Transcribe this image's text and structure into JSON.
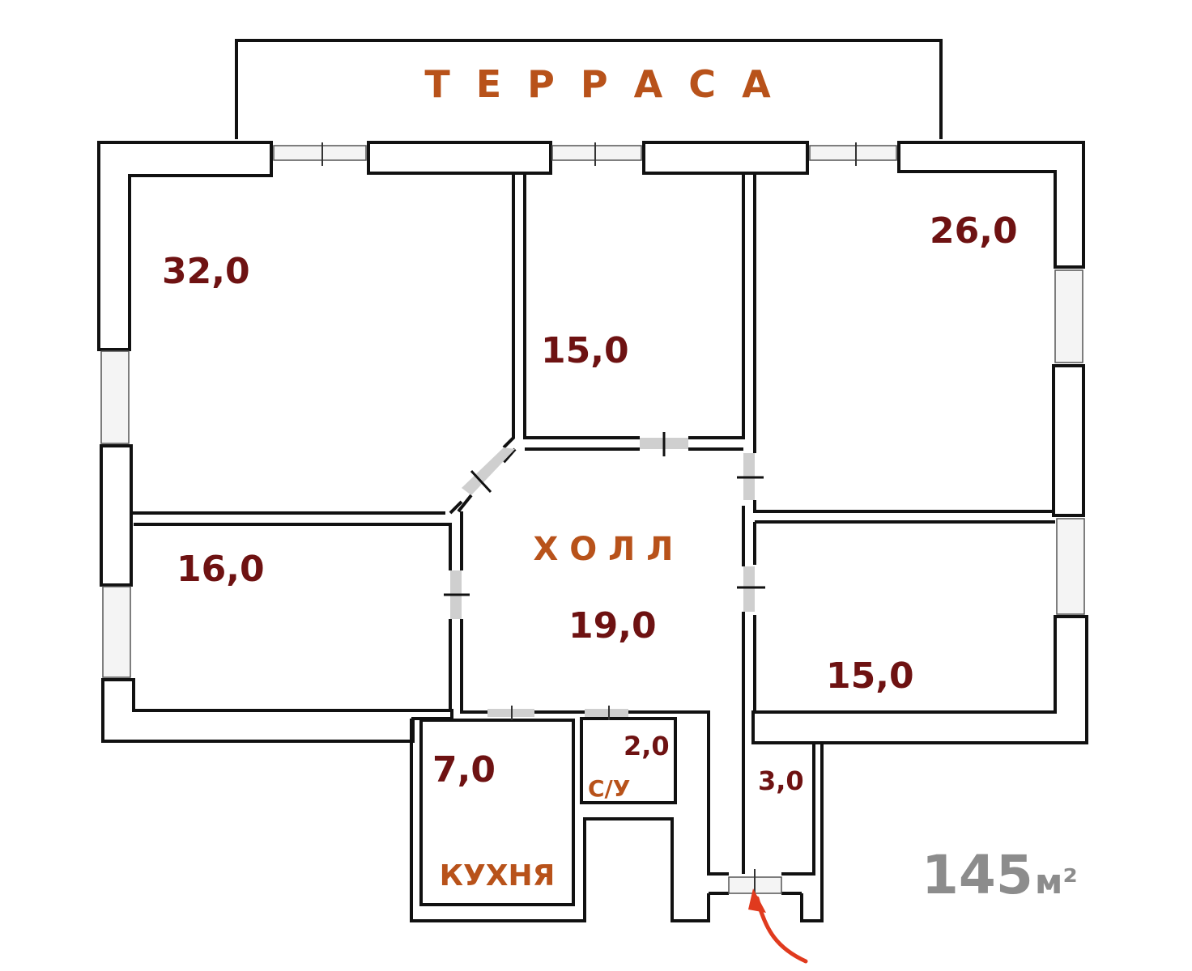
{
  "plan": {
    "terrace_label": "Т  Е  Р  Р  А  С  А",
    "hall_label": "Х О Л Л",
    "kitchen_label": "КУХНЯ",
    "wc_label": "С/У",
    "total_value": "145",
    "total_unit": "м²",
    "colors": {
      "wall": "#111111",
      "area_text": "#6e1212",
      "room_name_text": "#b8521a",
      "total_text": "#8c8c8c",
      "entrance_arrow": "#e03a1e",
      "door_fill": "#cfcfcf"
    },
    "rooms": [
      {
        "id": "room-top-left",
        "area": "32,0"
      },
      {
        "id": "room-top-middle",
        "area": "15,0"
      },
      {
        "id": "room-top-right",
        "area": "26,0"
      },
      {
        "id": "room-left",
        "area": "16,0"
      },
      {
        "id": "hall",
        "area": "19,0"
      },
      {
        "id": "room-right",
        "area": "15,0"
      },
      {
        "id": "kitchen",
        "area": "7,0"
      },
      {
        "id": "wc",
        "area": "2,0"
      },
      {
        "id": "entrance",
        "area": "3,0"
      }
    ]
  }
}
